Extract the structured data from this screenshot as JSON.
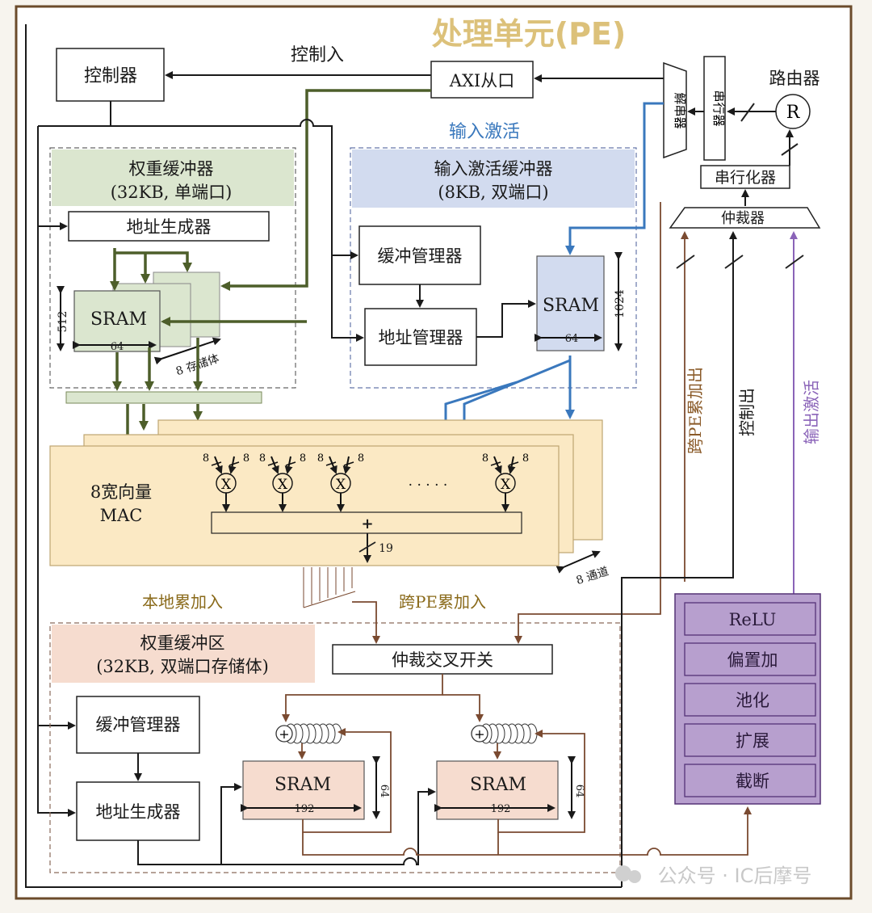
{
  "title": "处理单元(PE)",
  "top": {
    "controller": "控制器",
    "control_in": "控制入",
    "axi_slave": "AXI从口",
    "input_activation": "输入激活",
    "router": "路由器",
    "router_symbol": "R",
    "deserializer": "解串器",
    "serializer_v": "串行器",
    "serializer": "串行化器",
    "arbiter": "仲裁器"
  },
  "weight_buffer": {
    "title": "权重缓冲器",
    "subtitle": "(32KB, 单端口)",
    "addr_gen": "地址生成器",
    "sram": "SRAM",
    "depth": "512",
    "width": "64",
    "banks": "8 存储体"
  },
  "input_buffer": {
    "title": "输入激活缓冲器",
    "subtitle": "(8KB, 双端口)",
    "buffer_manager": "缓冲管理器",
    "addr_manager": "地址管理器",
    "sram": "SRAM",
    "depth": "1024",
    "width": "64"
  },
  "mac": {
    "label1": "8宽向量",
    "label2": "MAC",
    "in_width": "8",
    "mult": "X",
    "dots": "· · · · ·",
    "sum": "+",
    "out_width": "19",
    "lanes": "8 通道"
  },
  "accum": {
    "local": "本地累加入",
    "cross": "跨PE累加入",
    "title": "权重缓冲区",
    "subtitle": "(32KB, 双端口存储体)",
    "crossbar": "仲裁交叉开关",
    "buffer_manager": "缓冲管理器",
    "addr_gen": "地址生成器",
    "sram": "SRAM",
    "width": "192",
    "depth": "64",
    "adder": "+"
  },
  "right": {
    "cross_pe_out": "跨PE累加出",
    "control_out": "控制出",
    "output_act": "输出激活",
    "ppu": [
      "ReLU",
      "偏置加",
      "池化",
      "扩展",
      "截断"
    ]
  },
  "watermark": "公众号 · IC后摩号",
  "colors": {
    "weight_green": "#dbe6cf",
    "input_blue": "#d2dbef",
    "mac_yellow": "#fbe9c4",
    "accum_pink": "#f6dccf",
    "ppu_purple": "#b79fce",
    "title_gold": "#dcc17a"
  }
}
